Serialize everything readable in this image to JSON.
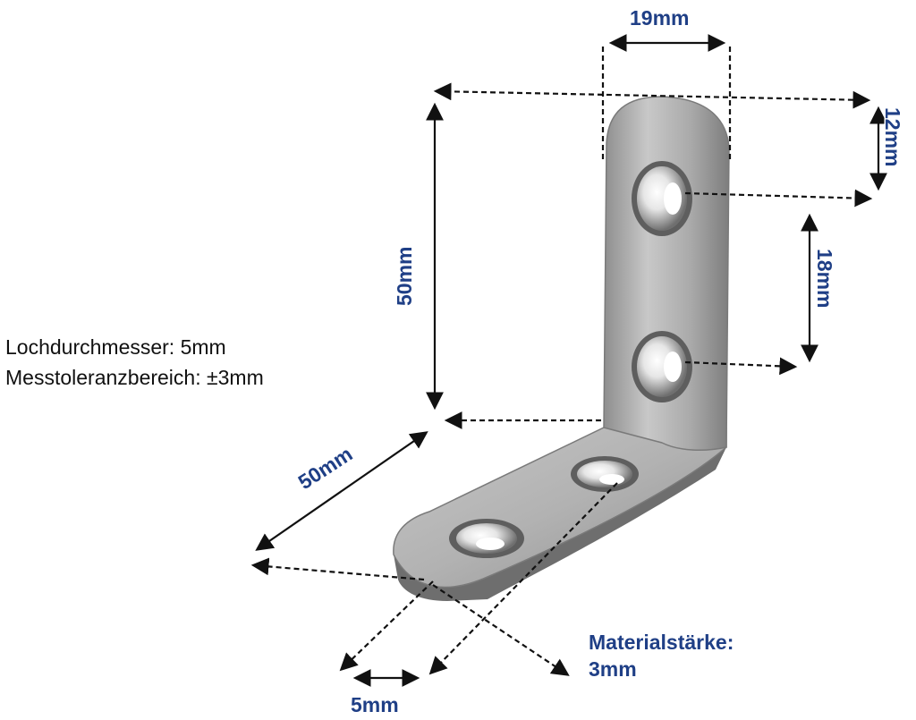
{
  "notes": {
    "hole_diameter": "Lochdurchmesser: 5mm",
    "tolerance": "Messtoleranzbereich: ±3mm"
  },
  "dimensions": {
    "width_top": "19mm",
    "hole_top_offset": "12mm",
    "hole_spacing": "18mm",
    "height": "50mm",
    "depth": "50mm",
    "edge_offset": "5mm"
  },
  "material": {
    "label": "Materialstärke:",
    "value": "3mm"
  },
  "colors": {
    "dimension_text": "#1f3f86",
    "line": "#111111",
    "metal": "#b9b9b9"
  }
}
